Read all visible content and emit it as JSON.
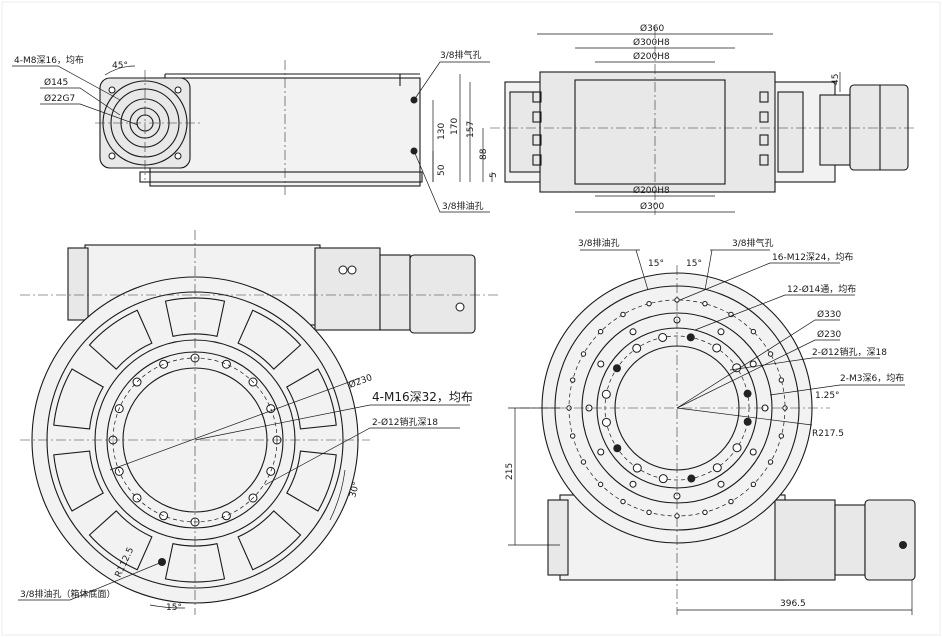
{
  "top_left": {
    "callouts": [
      "4-M8深16，均布",
      "Ø145",
      "Ø22G7",
      "3/8排气孔",
      "3/8排油孔"
    ],
    "angle": "45°",
    "dims": [
      "130",
      "170",
      "50"
    ]
  },
  "top_right": {
    "dims_top": [
      "Ø360",
      "Ø300H8",
      "Ø200H8"
    ],
    "dims_bottom": [
      "Ø200H8",
      "Ø300"
    ],
    "dims_left": [
      "157",
      "88",
      "5"
    ],
    "dim_right": "45"
  },
  "bottom_left": {
    "callouts": [
      "Ø230",
      "4-M16深32，均布",
      "2-Ø12销孔深18",
      "3/8排油孔（箱体底面）"
    ],
    "angles": [
      "30°",
      "15°"
    ],
    "radius": "R112.5"
  },
  "bottom_right": {
    "callouts": [
      "3/8排油孔",
      "3/8排气孔",
      "16-M12深24，均布",
      "12-Ø14通，均布",
      "Ø330",
      "Ø230",
      "2-Ø12销孔，深18",
      "2-M3深6，均布",
      "R217.5"
    ],
    "angles": [
      "15°",
      "15°",
      "1.25°"
    ],
    "dim_left": "215",
    "dim_bottom": "396.5"
  }
}
